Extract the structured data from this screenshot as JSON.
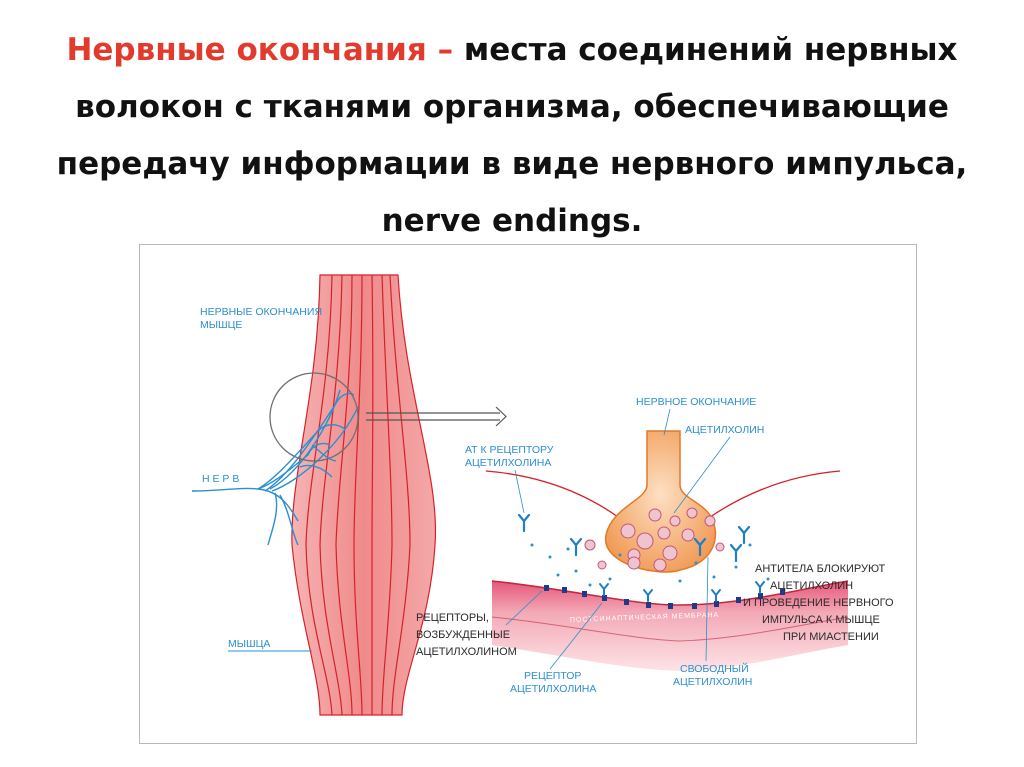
{
  "slide": {
    "title_accent": "Нервные окончания –",
    "title_rest": " места соединений нервных волокон с тканями организма, обеспечивающие передачу информации в виде нервного импульса, nerve endings."
  },
  "diagram": {
    "labels": {
      "nerve_endings_muscle_1": "НЕРВНЫЕ ОКОНЧАНИЯ",
      "nerve_endings_muscle_2": "МЫШЦЕ",
      "nerve": "Н Е Р В",
      "muscle": "МЫШЦА",
      "nerve_ending": "НЕРВНОЕ ОКОНЧАНИЕ",
      "acetylcholine": "АЦЕТИЛХОЛИН",
      "at_receptor_1": "АТ К РЕЦЕПТОРУ",
      "at_receptor_2": "АЦЕТИЛХОЛИНА",
      "antibodies_1": "АНТИТЕЛА БЛОКИРУЮТ",
      "antibodies_2": "АЦЕТИЛХОЛИН",
      "antibodies_3": "И ПРОВЕДЕНИЕ НЕРВНОГО",
      "antibodies_4": "ИМПУЛЬСА К МЫШЦЕ",
      "antibodies_5": "ПРИ МИАСТЕНИИ",
      "receptors_excited_1": "РЕЦЕПТОРЫ,",
      "receptors_excited_2": "ВОЗБУЖДЕННЫЕ",
      "receptors_excited_3": "АЦЕТИЛХОЛИНОМ",
      "receptor_ach_1": "РЕЦЕПТОР",
      "receptor_ach_2": "АЦЕТИЛХОЛИНА",
      "free_ach_1": "СВОБОДНЫЙ",
      "free_ach_2": "АЦЕТИЛХОЛИН",
      "postsynaptic_membrane": "ПОСТСИНАПТИЧЕСКАЯ МЕМБРАНА"
    },
    "colors": {
      "muscle": "#f08d8d",
      "muscle_line": "#d8202a",
      "nerve": "#2b8fd0",
      "terminal": "#f3a35e",
      "antibody": "#1f7fc4",
      "label_dark": "#2a2a2a"
    }
  }
}
